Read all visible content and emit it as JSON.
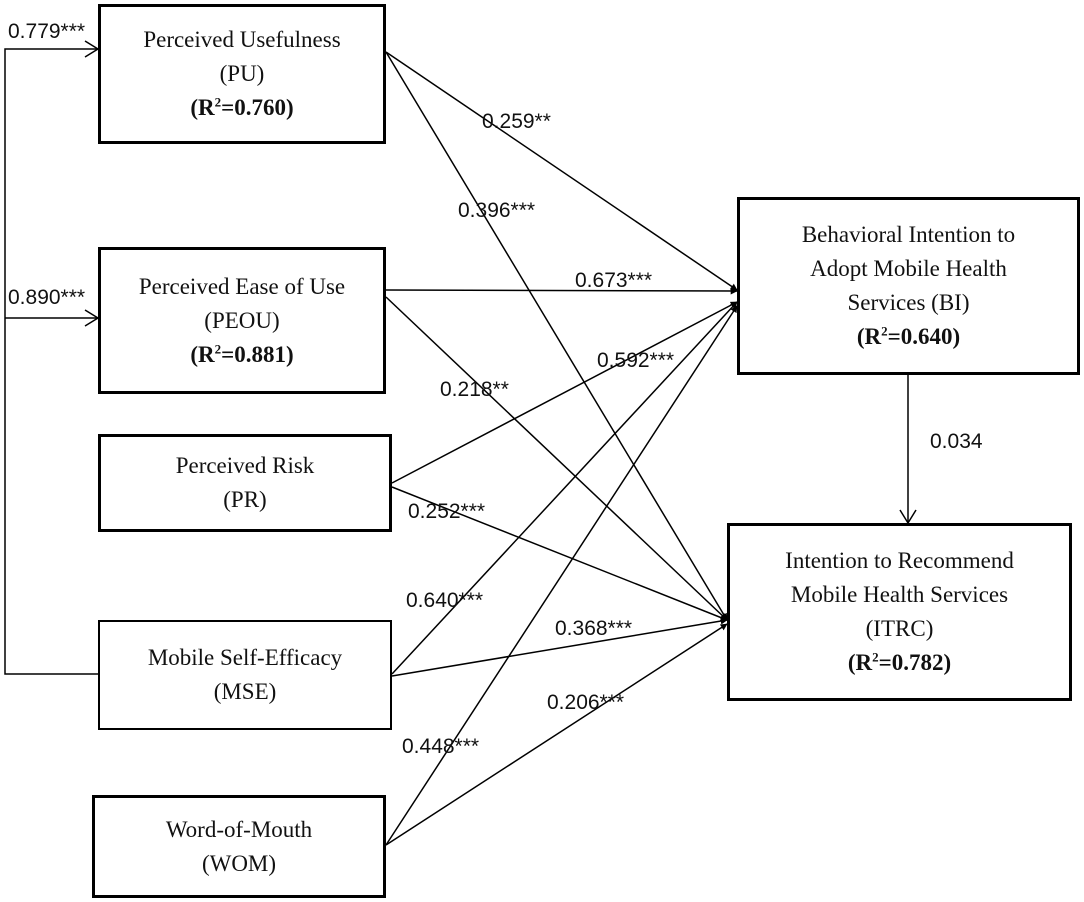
{
  "nodes": {
    "pu": {
      "lines": [
        "Perceived Usefulness",
        "(PU)"
      ],
      "r2": "0.760"
    },
    "peou": {
      "lines": [
        "Perceived Ease of Use",
        "(PEOU)"
      ],
      "r2": "0.881"
    },
    "pr": {
      "lines": [
        "Perceived Risk",
        "(PR)"
      ]
    },
    "mse": {
      "lines": [
        "Mobile Self-Efficacy",
        "(MSE)"
      ]
    },
    "wom": {
      "lines": [
        "Word-of-Mouth",
        "(WOM)"
      ]
    },
    "bi": {
      "lines": [
        "Behavioral Intention to",
        "Adopt Mobile Health",
        "Services (BI)"
      ],
      "r2": "0.640"
    },
    "itrc": {
      "lines": [
        "Intention to Recommend",
        "Mobile Health Services",
        "(ITRC)"
      ],
      "r2": "0.782"
    }
  },
  "r2_prefix": "R",
  "r2_sup": "2",
  "r2_eq": "=",
  "paths": {
    "mse_pu": "0.779***",
    "mse_peou": "0.890***",
    "pu_bi": "0.259**",
    "pu_itrc": "0.396***",
    "peou_bi": "0.673***",
    "peou_itrc": "0.218**",
    "pr_bi": "0.592***",
    "pr_itrc": "0.252***",
    "mse_bi": "0.640***",
    "mse_itrc": "0.368***",
    "wom_itrc": "0.206***",
    "wom_bi": "0.448***",
    "bi_itrc": "0.034"
  }
}
